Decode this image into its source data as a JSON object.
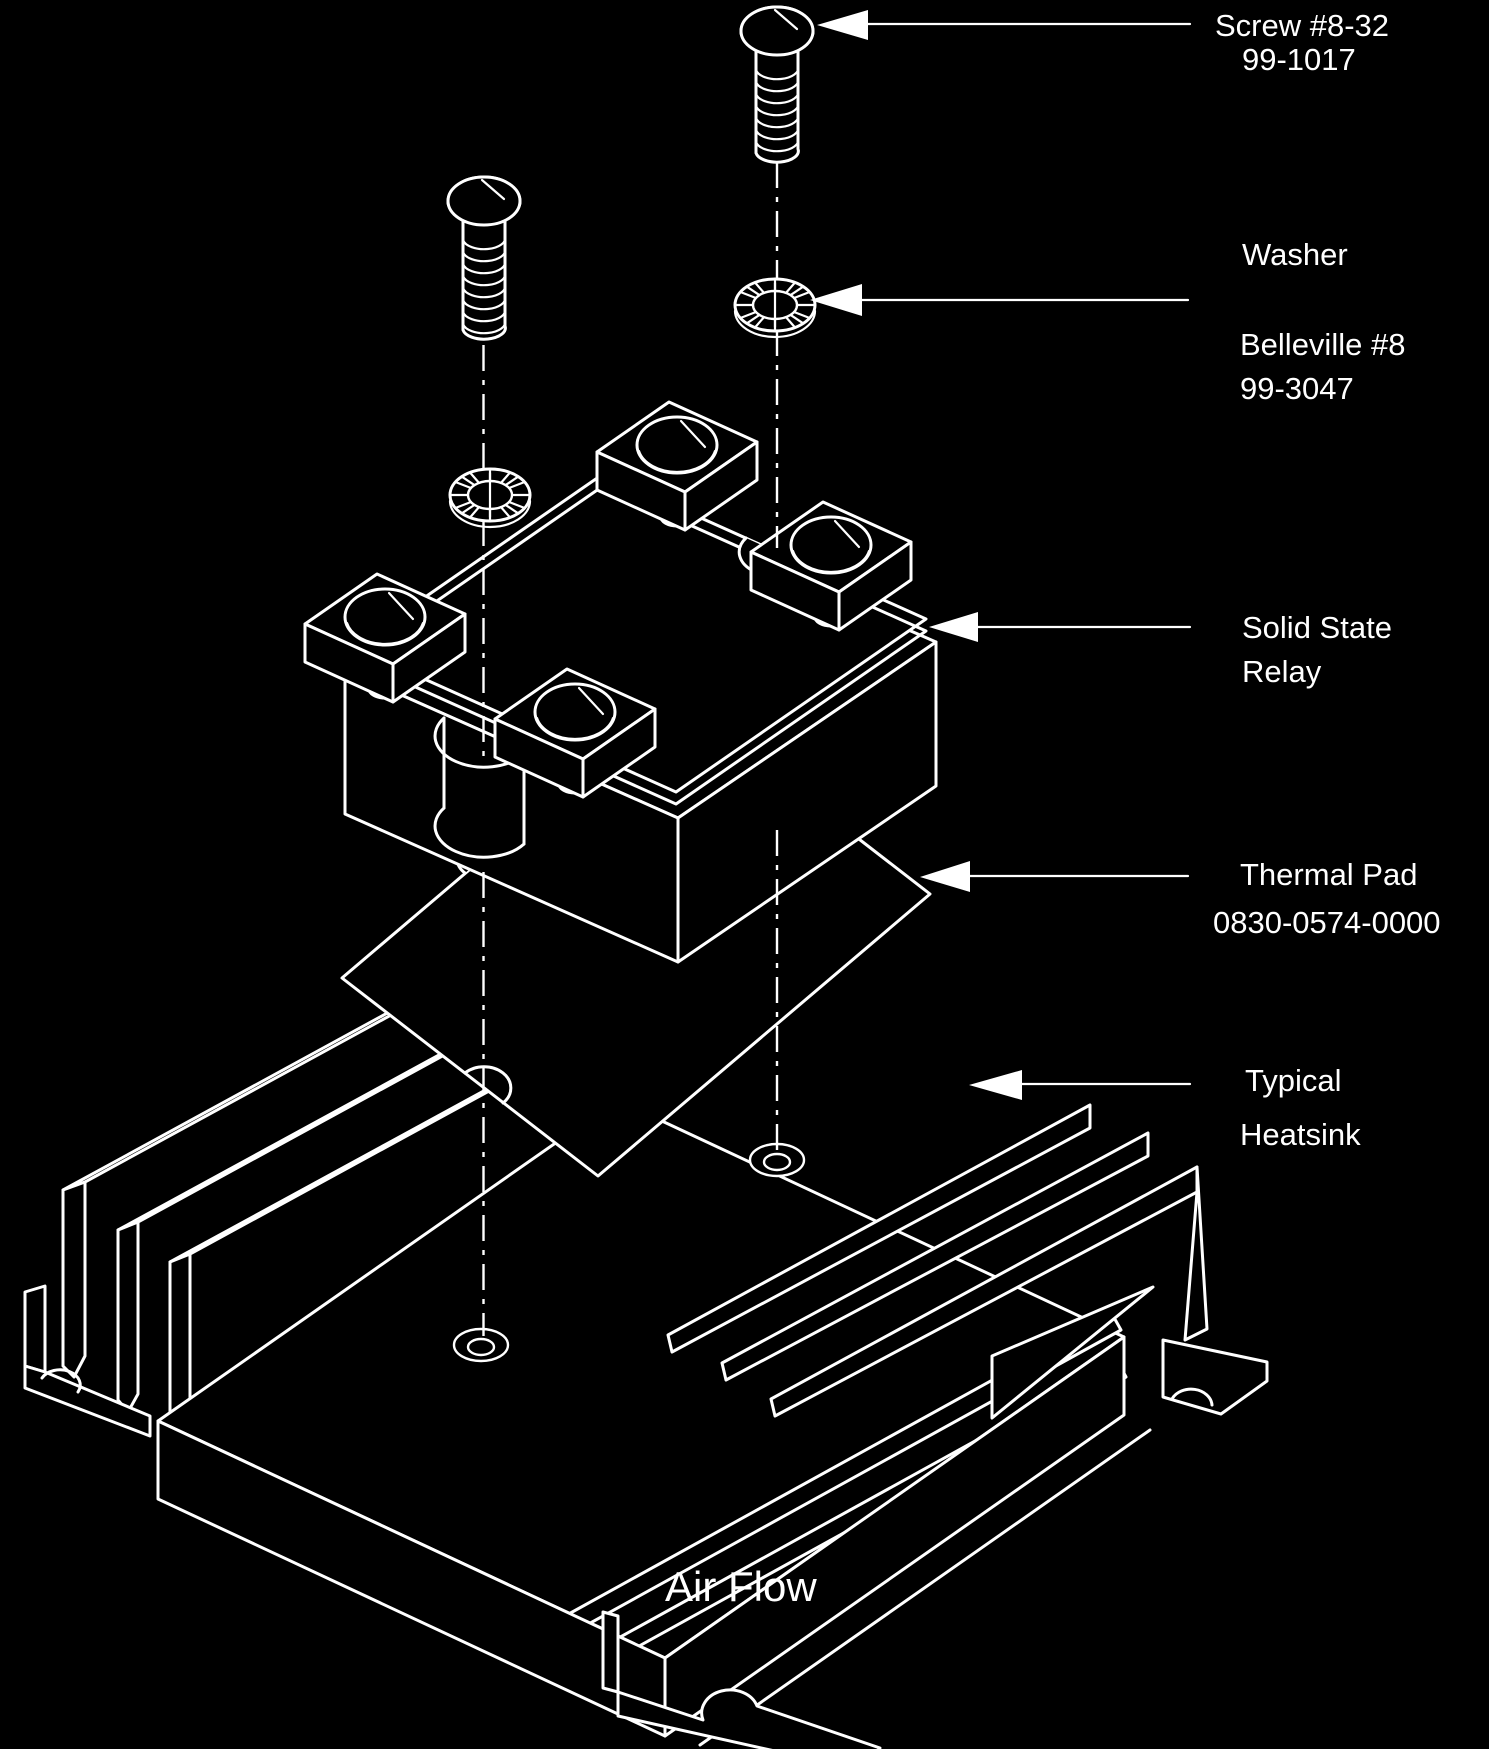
{
  "colors": {
    "background": "#000000",
    "line": "#ffffff",
    "text": "#ffffff"
  },
  "callouts": {
    "screw": {
      "line1": "Screw #8-32",
      "line2": "99-1017"
    },
    "washer": {
      "title": "Washer",
      "line1": "Belleville #8",
      "line2": "99-3047"
    },
    "relay": {
      "line1": "Solid State",
      "line2": "Relay"
    },
    "thermal_pad": {
      "line1": "Thermal Pad",
      "line2": "0830-0574-0000"
    },
    "heatsink": {
      "line1": "Typical",
      "line2": "Heatsink"
    }
  },
  "annotations": {
    "air_flow": "Air Flow"
  }
}
